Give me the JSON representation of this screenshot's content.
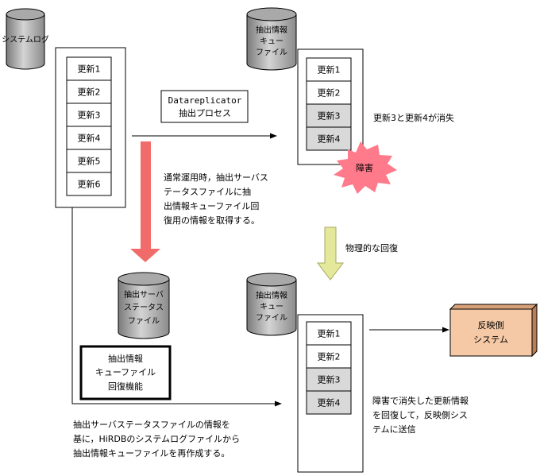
{
  "cylinders": {
    "system_log": "システムログ",
    "queue_top": [
      "抽出情報",
      "キュー",
      "ファイル"
    ],
    "server_status": [
      "抽出サーバ",
      "ステータス",
      "ファイル"
    ],
    "queue_bottom": [
      "抽出情報",
      "キュー",
      "ファイル"
    ]
  },
  "lists": {
    "system_log_updates": [
      "更新1",
      "更新2",
      "更新3",
      "更新4",
      "更新5",
      "更新6"
    ],
    "queue_top_updates": [
      "更新1",
      "更新2",
      "更新3",
      "更新4"
    ],
    "queue_bottom_updates": [
      "更新1",
      "更新2",
      "更新3",
      "更新4"
    ]
  },
  "process_box": {
    "line1": "Datareplicator",
    "line2": "抽出プロセス"
  },
  "lost_note": "更新3と更新4が消失",
  "failure_label": "障害",
  "normal_op_note": [
    "通常運用時，抽出サーバス",
    "テータスファイルに抽",
    "出情報キューファイル回",
    "復用の情報を取得する。"
  ],
  "physical_recovery": "物理的な回復",
  "recovery_function": [
    "抽出情報",
    "キューファイル",
    "回復機能"
  ],
  "recreate_note": [
    "抽出サーバステータスファイルの情報を",
    "基に，HiRDBのシステムログファイルから",
    "抽出情報キューファイルを再作成する。"
  ],
  "target_system": [
    "反映側",
    "システム"
  ],
  "resend_note": [
    "障害で消失した更新情報",
    "を回復して，反映側シス",
    "テムに送信"
  ],
  "colors": {
    "cylinder_dark": "#808080",
    "cylinder_light": "#c8c8c8",
    "lost_cell": "#d9d9d9",
    "red_arrow": "#f26b6b",
    "recovery_arrow": "#e4e89a",
    "target_box": "#f5c9a6",
    "burst": "#ff7a8a"
  }
}
